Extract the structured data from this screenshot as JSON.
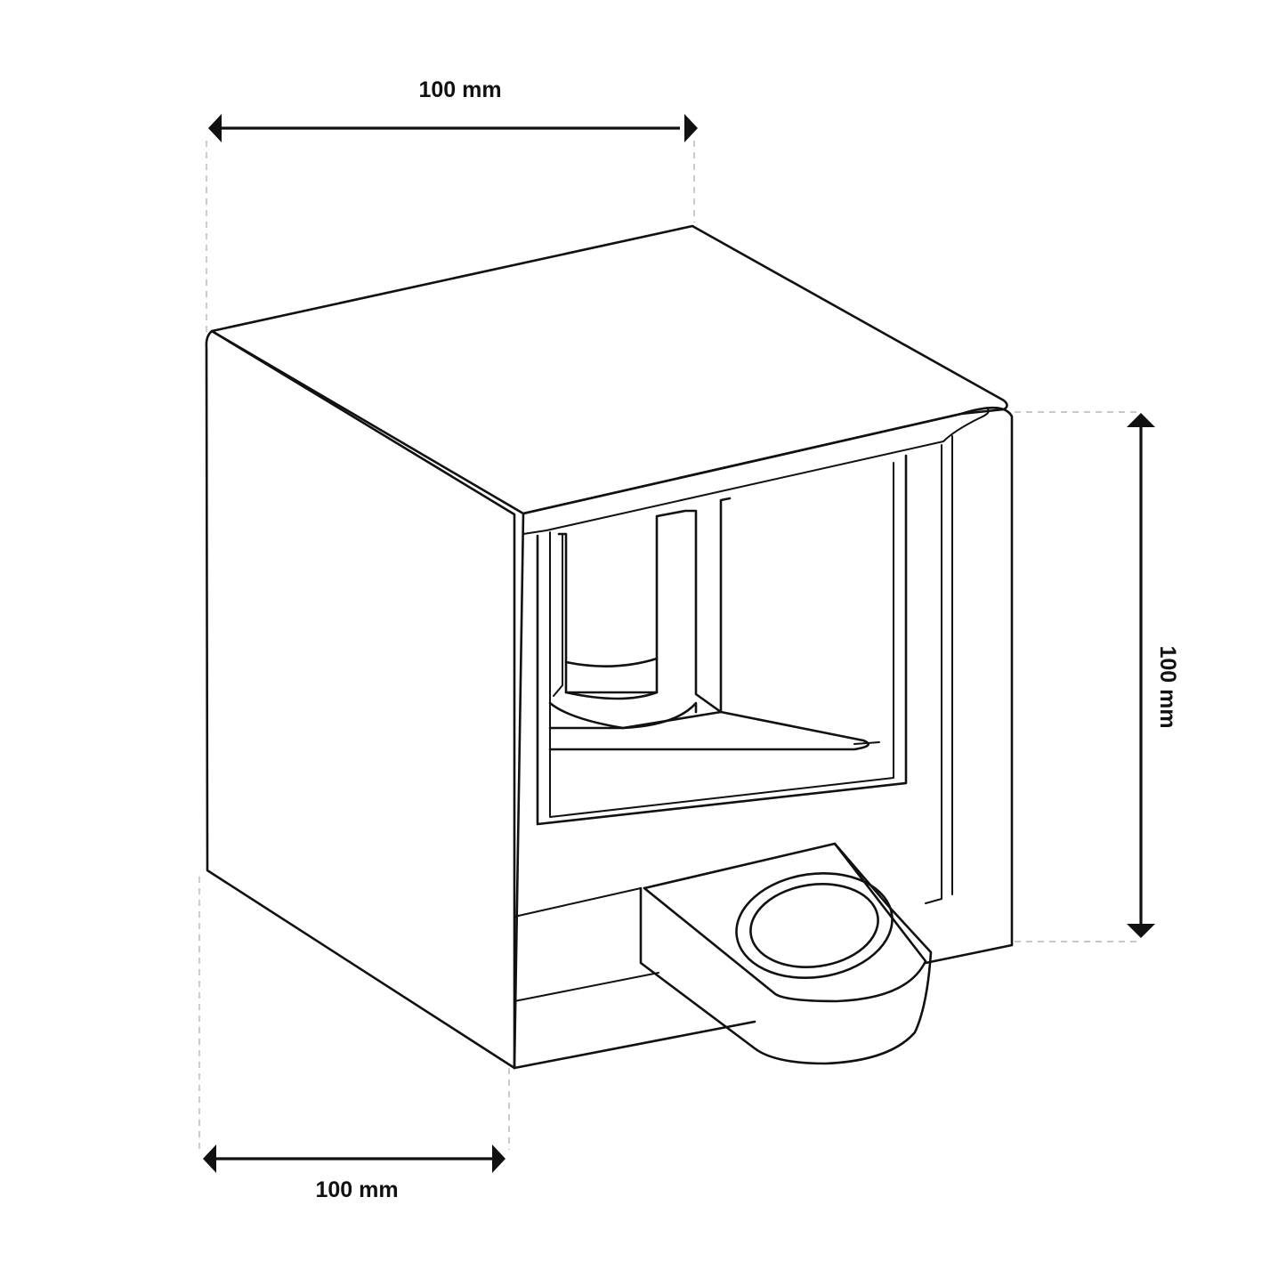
{
  "dimensions": {
    "width": "100 mm",
    "height": "100 mm",
    "depth": "100 mm"
  },
  "colors": {
    "line": "#111111",
    "guide": "#b5b5b5",
    "background": "#ffffff"
  }
}
